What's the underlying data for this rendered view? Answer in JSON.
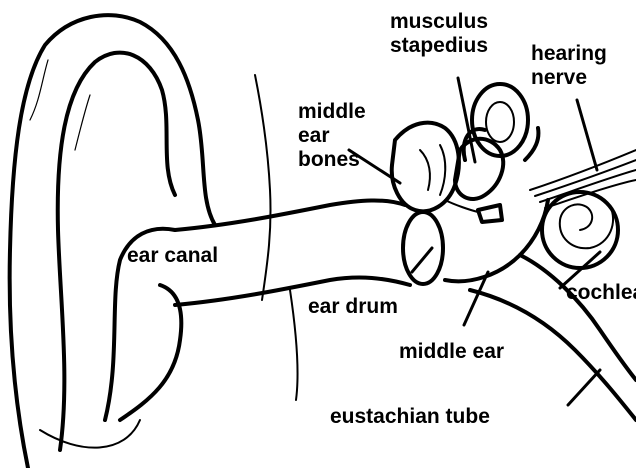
{
  "labels": {
    "musculus_stapedius": [
      "musculus",
      "stapedius"
    ],
    "hearing_nerve": [
      "hearing",
      "nerve"
    ],
    "middle_ear_bones": [
      "middle",
      "ear",
      "bones"
    ],
    "ear_canal": "ear canal",
    "ear_drum": "ear drum",
    "cochlea": "cochlea",
    "middle_ear": "middle ear",
    "eustachian_tube": "eustachian tube"
  },
  "colors": {
    "ink": "#000000",
    "paper": "#ffffff"
  }
}
